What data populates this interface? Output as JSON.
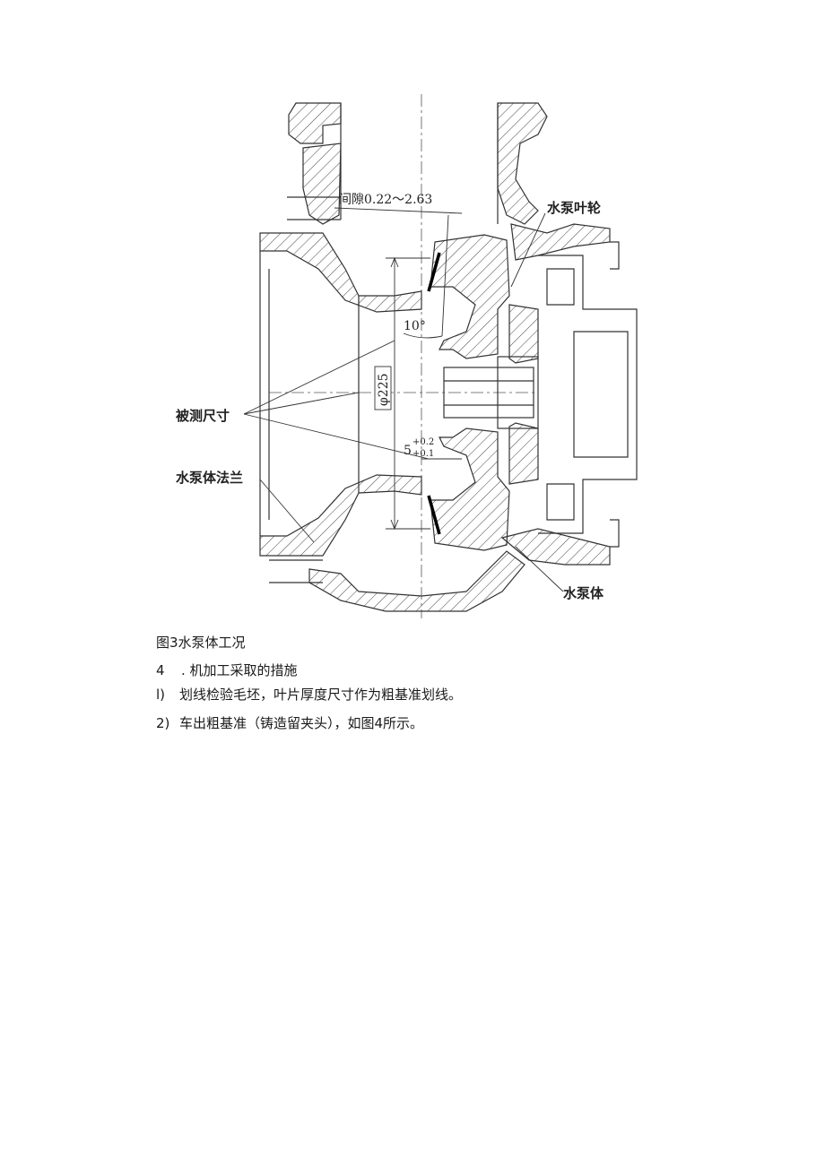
{
  "figure": {
    "labels": {
      "gap": "间隙0.22～2.63",
      "impeller": "水泵叶轮",
      "measured": "被测尺寸",
      "flange": "水泵体法兰",
      "body": "水泵体",
      "angle": "10°",
      "diameter": "φ225",
      "thickness_base": "5",
      "tol_upper": "+0.2",
      "tol_lower": "+0.1"
    }
  },
  "text": {
    "caption": "图3水泵体工况",
    "section_number": "4",
    "section_title": ". 机加工采取的措施",
    "item1_number": "l)",
    "item1_text": "划线检验毛坯，叶片厚度尺寸作为粗基准划线。",
    "item2_number": "2)",
    "item2_text": "车出粗基准（铸造留夹头），如图4所示。"
  }
}
